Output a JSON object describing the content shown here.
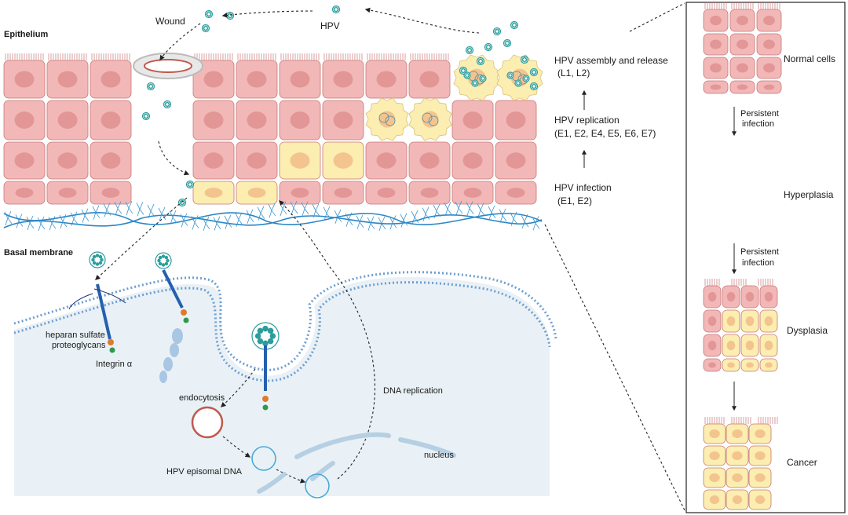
{
  "labels": {
    "epithelium": "Epithelium",
    "wound": "Wound",
    "hpv": "HPV",
    "basal_membrane": "Basal membrane",
    "assembly_release": "HPV assembly and release",
    "assembly_genes": "(L1, L2)",
    "replication": "HPV replication",
    "replication_genes": "(E1, E2, E4, E5, E6, E7)",
    "infection": "HPV infection",
    "infection_genes": "(E1, E2)",
    "heparan_1": "heparan sulfate",
    "heparan_2": "proteoglycans",
    "integrin": "Integrin α",
    "endocytosis": "endocytosis",
    "dna_replication": "DNA replication",
    "nucleus": "nucleus",
    "episomal": "HPV episomal DNA"
  },
  "stages": [
    {
      "label": "Normal cells"
    },
    {
      "label": "Hyperplasia"
    },
    {
      "label": "Dysplasia"
    },
    {
      "label": "Cancer"
    }
  ],
  "transitions": [
    {
      "line1": "Persistent",
      "line2": "infection"
    },
    {
      "line1": "Persistent",
      "line2": "infection"
    }
  ],
  "colors": {
    "normal_cell": "#f2b8b8",
    "normal_nucleus": "#e39696",
    "infected_cell": "#fbeeb0",
    "infected_nucleus": "#f3c48e",
    "cell_border": "#c97676",
    "basal_fiber": "#2b86c5",
    "virus": "#2a9d9c",
    "cytoplasm": "#e9f1f6",
    "membrane": "#6e9fd1"
  }
}
